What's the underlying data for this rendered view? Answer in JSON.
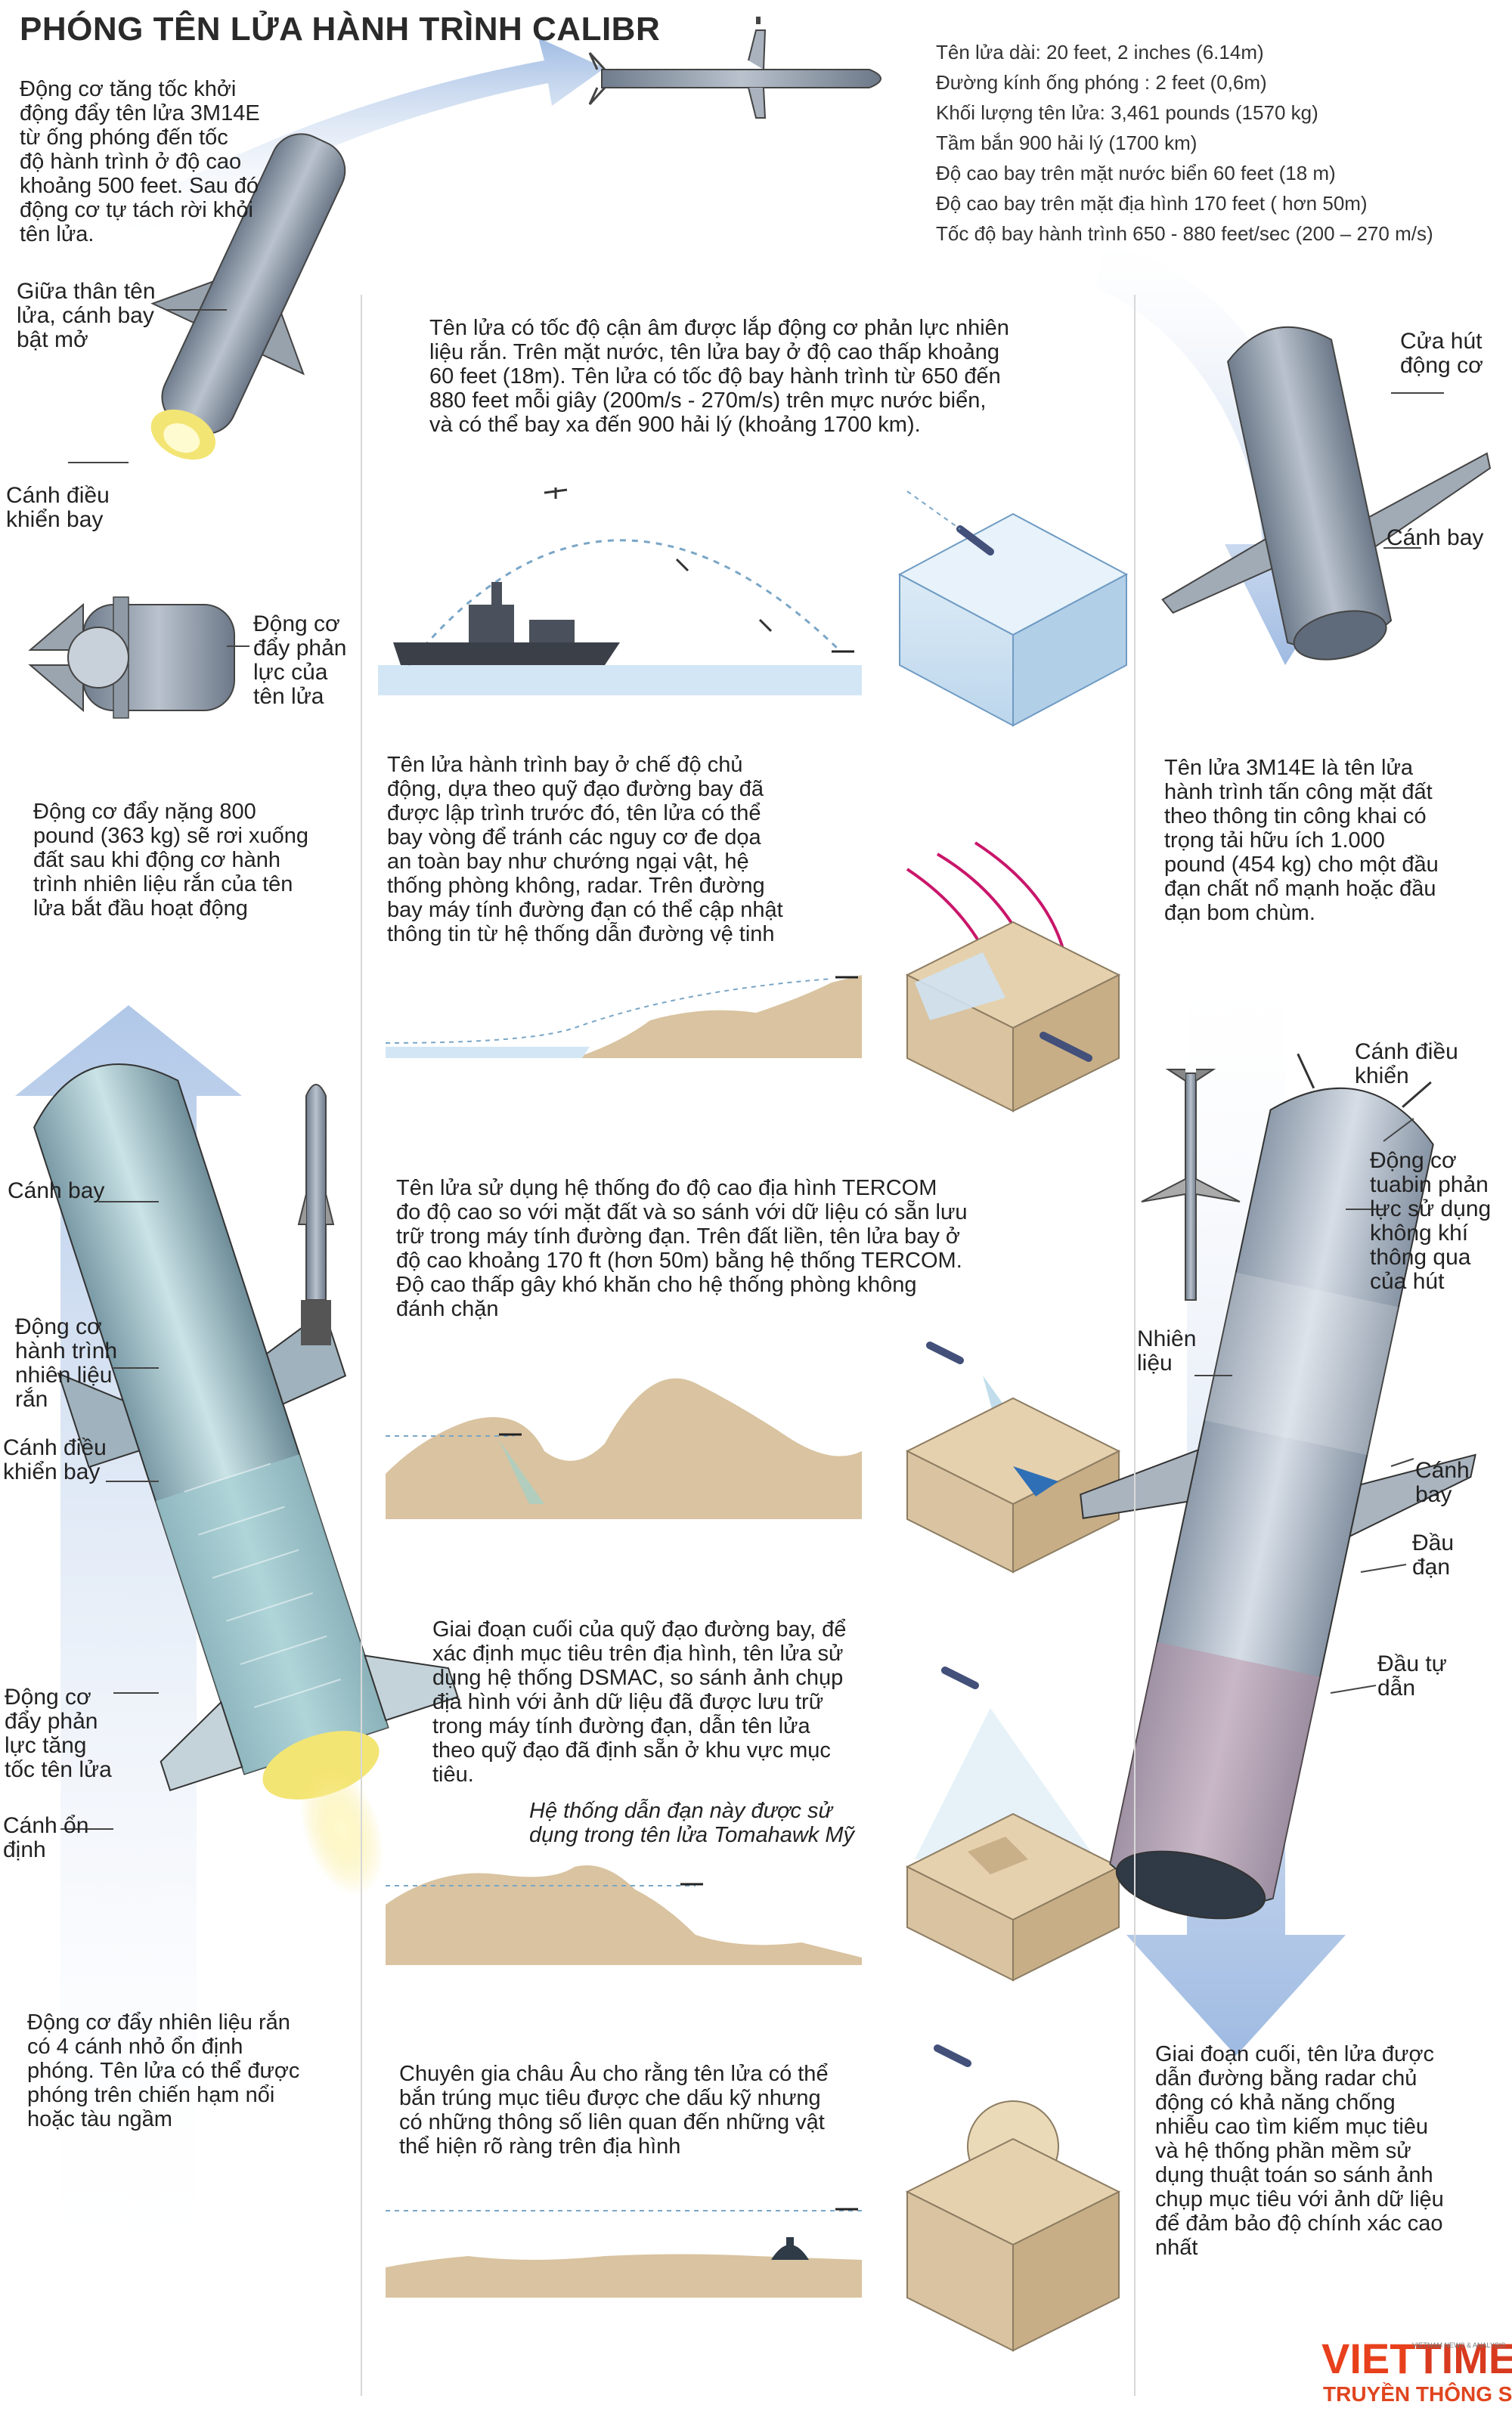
{
  "title": "PHÓNG TÊN LỬA HÀNH TRÌNH CALIBR",
  "specs": [
    "Tên lửa dài: 20 feet, 2 inches (6.14m)",
    "Đường kính ống phóng : 2 feet (0,6m)",
    "Khối lượng tên lửa: 3,461 pounds (1570 kg)",
    "Tầm bắn 900 hải lý (1700 km)",
    "Độ cao bay trên mặt nước biển 60 feet (18 m)",
    "Độ cao bay trên mặt địa hình 170 feet ( hơn 50m)",
    "Tốc độ bay hành trình  650 - 880 feet/sec (200 – 270 m/s)"
  ],
  "left": {
    "intro": [
      "Động cơ tăng tốc khởi",
      "động đẩy tên lửa 3M14E",
      "từ ống phóng  đến tốc",
      "độ hành trình ở độ cao",
      "khoảng 500 feet. Sau đó",
      "động cơ tự tách rời khỏi",
      "tên lửa."
    ],
    "wings_mid": [
      "Giữa thân tên",
      "lửa, cánh bay",
      "bật mở"
    ],
    "control_fins": [
      "Cánh điều",
      "khiển bay"
    ],
    "jet_engine": [
      "Động cơ",
      "đẩy phản",
      "lực của",
      "tên lửa"
    ],
    "thrust_800": [
      "Động cơ đẩy nặng 800",
      "pound (363 kg) sẽ rơi xuống",
      "đất sau khi động cơ hành",
      "trình nhiên liệu rắn của tên",
      "lửa bắt đầu hoạt động"
    ],
    "wing": "Cánh bay",
    "cruise_engine": [
      "Động cơ",
      "hành trình",
      "nhiên liệu",
      "rắn"
    ],
    "control_fins2": [
      "Cánh điều",
      "khiển bay"
    ],
    "booster": [
      "Động cơ",
      "đẩy phản",
      "lực tăng",
      "tốc tên lửa"
    ],
    "stabilizer": [
      "Cánh ổn",
      "định"
    ],
    "solid_fuel": [
      "Động cơ đẩy nhiên liệu rắn",
      "có 4 cánh nhỏ ổn định",
      "phóng. Tên lửa có thể được",
      "phóng trên chiến hạm nổi",
      "hoặc tàu ngầm"
    ]
  },
  "middle": {
    "p1": [
      "Tên lửa có tốc độ cận âm được lắp động cơ phản lực nhiên",
      "liệu rắn. Trên mặt nước, tên lửa bay ở độ cao thấp khoảng",
      "60 feet (18m). Tên lửa có tốc độ bay hành trình từ 650 đến",
      "880 feet mỗi giây (200m/s - 270m/s)  trên mực nước biển,",
      "và có thể bay xa đến 900 hải lý (khoảng 1700 km)."
    ],
    "p2": [
      "Tên lửa hành trình bay ở chế độ chủ",
      "động, dựa theo quỹ đạo đường bay đã",
      "được lập trình trước đó, tên lửa có thể",
      "bay vòng để tránh các nguy cơ đe dọa",
      "an toàn bay như chướng ngại vật, hệ",
      "thống phòng không, radar. Trên đường",
      "bay máy tính đường đạn có thể cập nhật",
      "thông tin từ hệ thống dẫn đường vệ tinh"
    ],
    "p3": [
      "Tên lửa sử dụng hệ thống đo độ cao địa hình TERCOM",
      "đo độ cao so với mặt đất và so sánh với dữ liệu có sẵn lưu",
      "trữ trong máy tính đường đạn. Trên đất liền, tên lửa bay ở",
      "độ cao khoảng 170 ft (hơn 50m) bằng hệ thống TERCOM.",
      "Độ cao thấp gây khó khăn cho hệ thống phòng không",
      "đánh chặn"
    ],
    "p4": [
      "Giai đoạn cuối của quỹ đạo đường bay, để",
      "xác định mục tiêu trên địa hình, tên lửa sử",
      "dụng hệ thống DSMAC, so sánh ảnh chụp",
      "địa hình với ảnh dữ liệu đã được lưu trữ",
      "trong máy tính đường đạn, dẫn tên lửa",
      "theo quỹ đạo đã định sẵn ở khu vực mục",
      "tiêu."
    ],
    "p4_note": [
      "Hệ thống dẫn đạn này được sử",
      "dụng trong tên lửa Tomahawk Mỹ"
    ],
    "p5": [
      "Chuyên gia châu Âu cho rằng tên lửa có thể",
      "bắn trúng mục tiêu được che dấu kỹ nhưng",
      "có những thông số liên quan đến những vật",
      "thể hiện rõ ràng trên địa hình"
    ]
  },
  "right": {
    "intake": [
      "Cửa hút",
      "động cơ"
    ],
    "wing": "Cánh bay",
    "p1": [
      "Tên lửa 3M14E là tên lửa",
      "hành trình tấn công mặt đất",
      "theo thông tin công khai có",
      "trọng tải hữu ích 1.000",
      "pound (454 kg) cho một đầu",
      "đạn chất nổ mạnh hoặc đầu",
      "đạn bom chùm."
    ],
    "control_fins": [
      "Cánh điều",
      "khiển"
    ],
    "turbine": [
      "Động cơ",
      "tuabin phản",
      "lực sử dụng",
      "không khí",
      "thông qua",
      "của hút"
    ],
    "fuel": [
      "Nhiên",
      "liệu"
    ],
    "wing2": [
      "Cánh",
      "bay"
    ],
    "warhead": [
      "Đầu",
      "đạn"
    ],
    "seeker": [
      "Đầu tự",
      "dẫn"
    ],
    "p2": [
      "Giai đoạn cuối, tên lửa được",
      "dẫn đường bằng radar chủ",
      "động có khả năng chống",
      "nhiễu cao tìm kiếm mục tiêu",
      "và hệ thống phần mềm sử",
      "dụng thuật toán so sánh ảnh",
      "chụp mục tiêu với ảnh dữ liệu",
      "để đảm bảo độ chính xác cao",
      "nhất"
    ]
  },
  "logo": {
    "viet": "VIET",
    "times": "TIMES",
    "tagline": "TRUYỀN THÔNG SỐ",
    "sub": "VIETNAM NEWS & ANALYSIS"
  },
  "colors": {
    "missile_gray": "#8a94a2",
    "sky_blue": "#a9c3e6",
    "sand": "#d9c3a0",
    "water": "#cfe2f2",
    "accent_red": "#d4145a"
  }
}
